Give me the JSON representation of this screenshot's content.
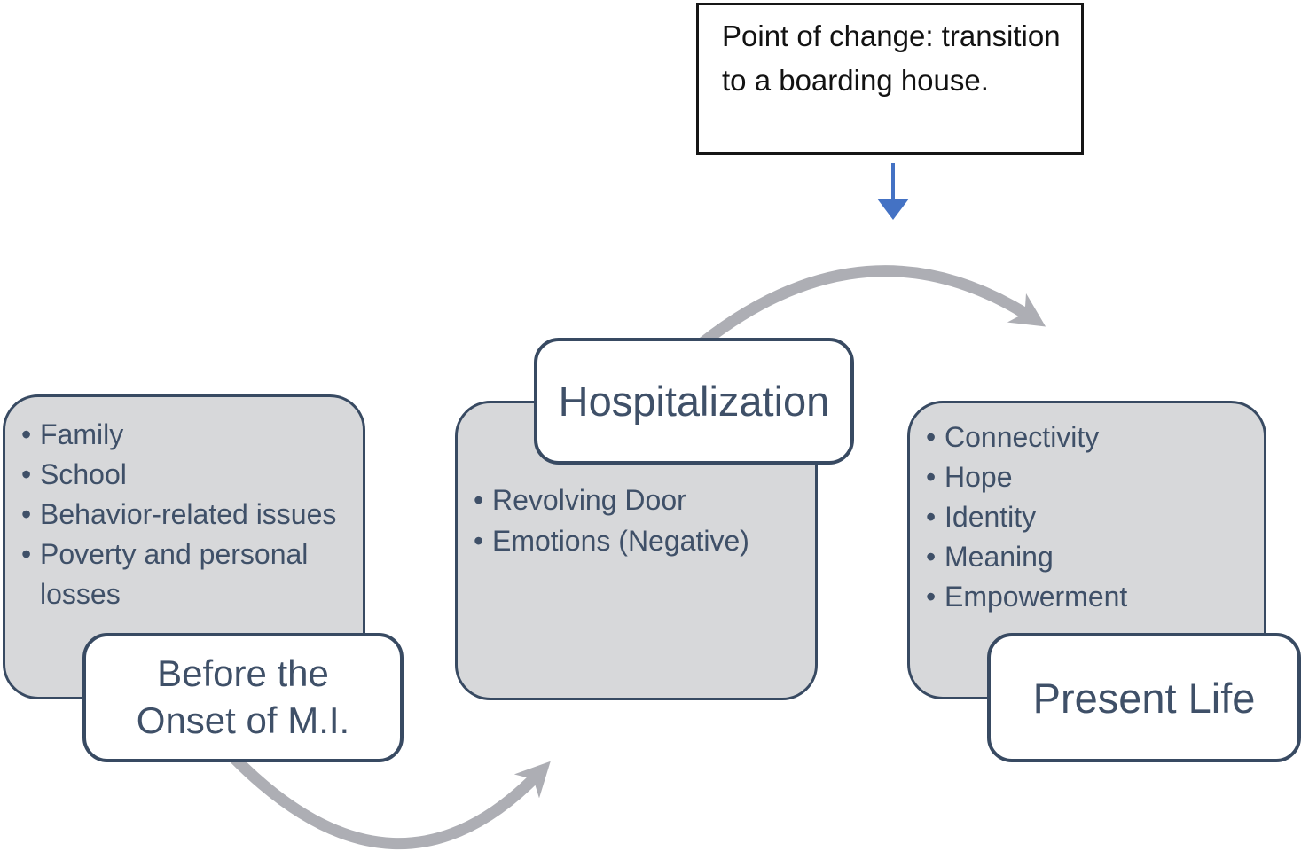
{
  "annotation": {
    "text": "Point of change: transition to a boarding house."
  },
  "stages": [
    {
      "label": "Before the Onset of M.I.",
      "items": [
        "Family",
        "School",
        "Behavior-related issues",
        "Poverty and personal losses"
      ]
    },
    {
      "label": "Hospitalization",
      "items": [
        "Revolving Door",
        "Emotions (Negative)"
      ]
    },
    {
      "label": "Present Life",
      "items": [
        "Connectivity",
        "Hope",
        "Identity",
        "Meaning",
        "Empowerment"
      ]
    }
  ],
  "connectors": [
    {
      "type": "curved-arrow",
      "from": "Before the Onset of M.I.",
      "to": "Hospitalization"
    },
    {
      "type": "curved-arrow",
      "from": "Hospitalization",
      "to": "Present Life"
    },
    {
      "type": "straight-arrow",
      "from": "Point of change note",
      "to": "transition arc"
    }
  ],
  "colors": {
    "panel_fill": "#d7d8da",
    "panel_border": "#384a62",
    "stage_text": "#3f5068",
    "arc_gray": "#adaeb4",
    "annotation_border": "#161616",
    "annotation_text": "#121212",
    "blue_arrow": "#4472c4"
  }
}
